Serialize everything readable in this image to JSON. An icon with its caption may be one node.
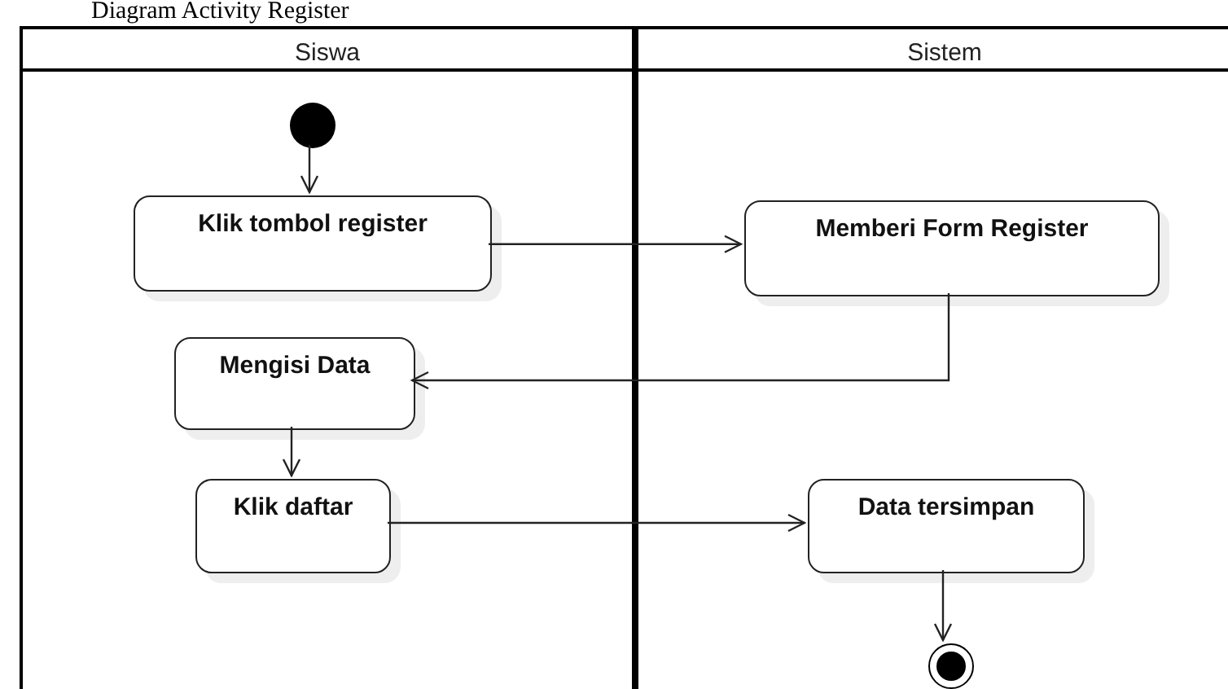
{
  "diagram": {
    "title": "Diagram Activity Register",
    "nodes": [
      {
        "text": [
          "Siswa"
        ]
      },
      {
        "text": [
          "Sistem"
        ]
      },
      {
        "text": [],
        "shape": "circle",
        "in": 0
      },
      {
        "text": [
          "Klik tombol register"
        ],
        "in": 0
      },
      {
        "text": [
          "Memberi Form Register"
        ],
        "in": 1
      },
      {
        "text": [
          "Mengisi Data"
        ],
        "in": 0
      },
      {
        "text": [
          "Klik daftar"
        ],
        "in": 0
      },
      {
        "text": [
          "Data tersimpan"
        ],
        "in": 1
      },
      {
        "text": [],
        "shape": "circle",
        "in": 1
      }
    ],
    "edges": [
      {
        "from": 2,
        "to": 3,
        "arrow": "to"
      },
      {
        "from": 3,
        "to": 4,
        "arrow": "to"
      },
      {
        "from": 4,
        "to": 5,
        "arrow": "to"
      },
      {
        "from": 5,
        "to": 6,
        "arrow": "to"
      },
      {
        "from": 6,
        "to": 7,
        "arrow": "to"
      },
      {
        "from": 7,
        "to": 8,
        "arrow": "to"
      }
    ]
  }
}
